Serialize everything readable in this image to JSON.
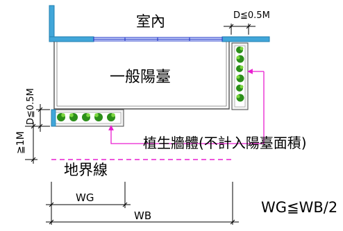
{
  "labels": {
    "indoor": "室內",
    "balcony": "一般陽臺",
    "plant_wall": "植生牆體(不計入陽臺面積)",
    "property_line": "地界線",
    "depth_top": "D≦0.5M",
    "depth_left": "D≦0.5M",
    "min_height": "≧1M",
    "wg": "WG",
    "wb": "WB",
    "formula": "WG≦WB/2"
  },
  "colors": {
    "wall": "#41a6d9",
    "wall_edge": "#1f7fb0",
    "window": "#1a2fc4",
    "leader": "#e91ed0",
    "plant": "#2c8f1a",
    "plant_light": "#7bd63f",
    "planter_fill": "#f4f4f4"
  },
  "icons": {
    "arrow": "arrow-icon",
    "plant": "plant-icon"
  }
}
